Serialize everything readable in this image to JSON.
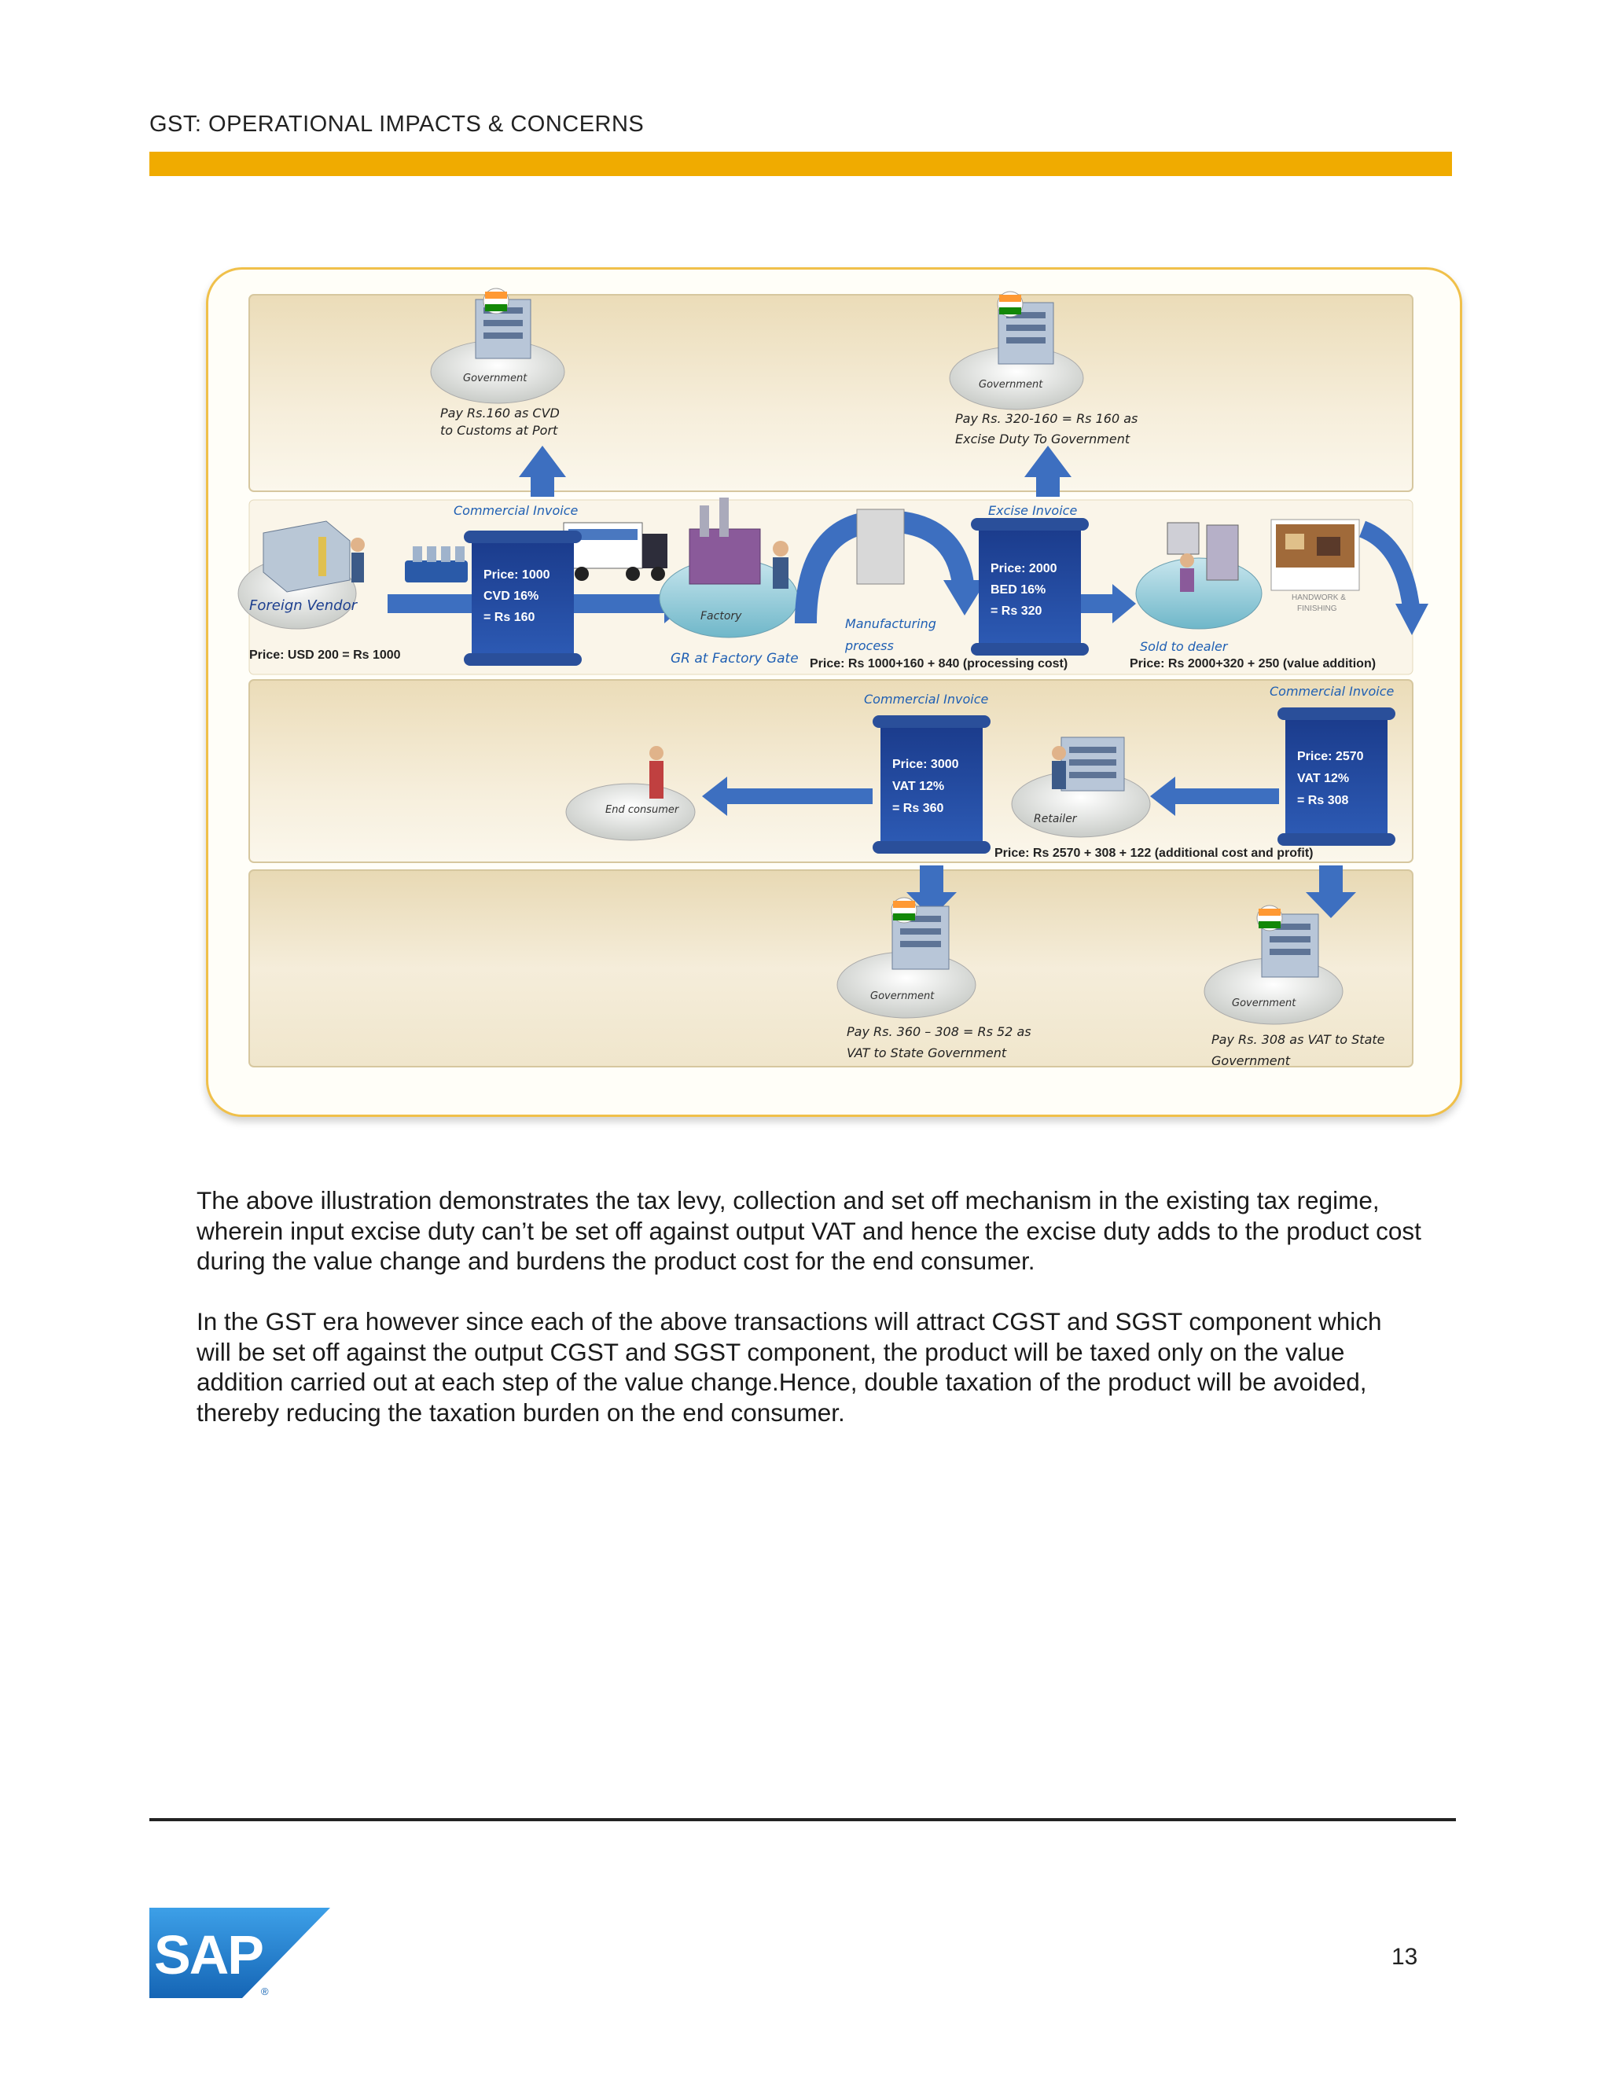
{
  "header": {
    "title": "GST: OPERATIONAL IMPACTS & CONCERNS"
  },
  "figure": {
    "gov_top_left": {
      "label": "Government",
      "note_line1": "Pay Rs.160 as CVD",
      "note_line2": "to Customs at Port"
    },
    "gov_top_right": {
      "label": "Government",
      "note_line1": "Pay Rs. 320-160 = Rs 160 as",
      "note_line2": "Excise Duty To Government"
    },
    "commercial_invoice_1": "Commercial Invoice",
    "excise_invoice": "Excise Invoice",
    "foreign_vendor": "Foreign Vendor",
    "foreign_vendor_price": "Price: USD 200 = Rs 1000",
    "invoice_1": {
      "line1": "Price: 1000",
      "line2": "CVD 16%",
      "line3": "= Rs 160"
    },
    "factory_label": "Factory",
    "gr_label": "GR at Factory Gate",
    "manufacturing_line1": "Manufacturing",
    "manufacturing_line2": "process",
    "manufacturing_price": "Price: Rs 1000+160 + 840 (processing cost)",
    "invoice_2": {
      "line1": "Price: 2000",
      "line2": "BED 16%",
      "line3": "= Rs 320"
    },
    "sold_to_dealer": "Sold to dealer",
    "dealer_price": "Price: Rs 2000+320 + 250 (value addition)",
    "handwork_line1": "HANDWORK &",
    "handwork_line2": "FINISHING",
    "commercial_invoice_2": "Commercial Invoice",
    "commercial_invoice_3": "Commercial Invoice",
    "invoice_3": {
      "line1": "Price: 3000",
      "line2": "VAT 12%",
      "line3": "= Rs  360"
    },
    "invoice_4": {
      "line1": "Price: 2570",
      "line2": "VAT 12%",
      "line3": "= Rs  308"
    },
    "end_consumer": "End consumer",
    "retailer": "Retailer",
    "retailer_price": "Price: Rs 2570 + 308 + 122 (additional cost and profit)",
    "gov_bottom_left": {
      "label": "Government",
      "note_line1": "Pay Rs. 360 – 308 = Rs 52 as",
      "note_line2": "VAT to State Government"
    },
    "gov_bottom_right": {
      "label": "Government",
      "note_line1": "Pay Rs. 308 as VAT to State",
      "note_line2": "Government"
    }
  },
  "body": {
    "paragraph1": "The above illustration demonstrates the tax levy, collection and set off mechanism in the existing tax regime, wherein input excise duty can’t be set off against output VAT and hence the excise duty adds to the product cost during the value change and burdens the product cost for the end consumer.",
    "paragraph2": "In the GST era however since each of the above transactions will attract CGST and SGST component which will be set off against the output CGST and SGST component, the product will be taxed only on the value addition carried out at each step of the value change.Hence, double taxation of the product will be avoided, thereby reducing the taxation burden on the end consumer."
  },
  "footer": {
    "page_number": "13",
    "logo_text": "SAP",
    "logo_mark": "®"
  },
  "colors": {
    "accent": "#f0ab00",
    "sap_blue": "#1f7ac4",
    "invoice_blue": "#1d3f8f",
    "arrow_blue": "#3d6fc0"
  }
}
